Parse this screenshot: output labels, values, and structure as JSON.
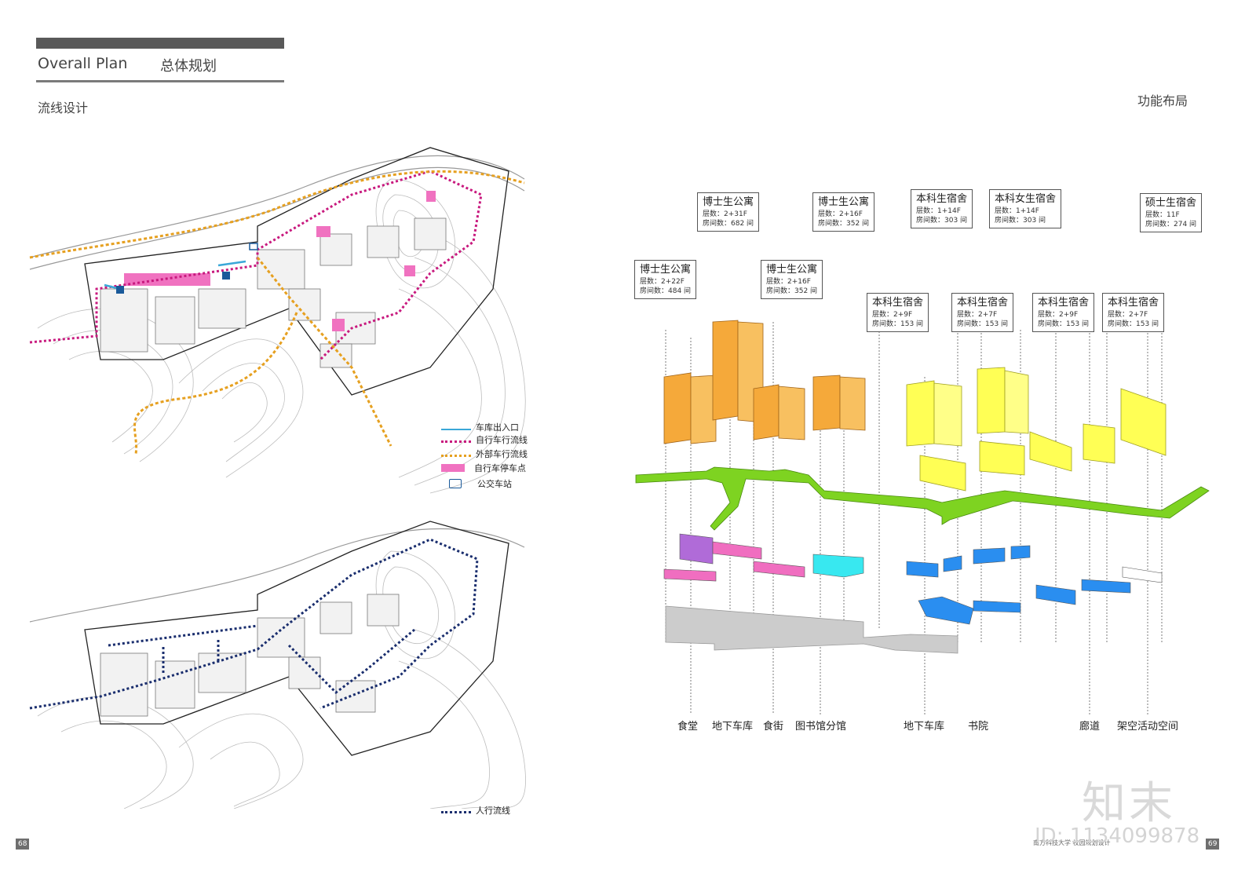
{
  "header": {
    "title_en": "Overall Plan",
    "title_cn": "总体规划",
    "subtitle": "流线设计",
    "right_title": "功能布局"
  },
  "legend_top": {
    "items": [
      {
        "label": "车库出入口",
        "color": "#3aa7d8",
        "style": "arrow"
      },
      {
        "label": "自行车行流线",
        "color": "#c8197e",
        "style": "dotted"
      },
      {
        "label": "外部车行流线",
        "color": "#e6a020",
        "style": "dotted"
      },
      {
        "label": "自行车停车点",
        "color": "#f072c0",
        "style": "solid"
      },
      {
        "label": "公交车站",
        "color": "#1a5a9a",
        "style": "icon"
      }
    ]
  },
  "legend_bottom": {
    "items": [
      {
        "label": "人行流线",
        "color": "#1a2e6e",
        "style": "dotted"
      }
    ]
  },
  "callouts": [
    {
      "title": "博士生公寓",
      "floors": "层数：2+31F",
      "rooms": "房间数：682 间"
    },
    {
      "title": "博士生公寓",
      "floors": "层数：2+16F",
      "rooms": "房间数：352 间"
    },
    {
      "title": "本科生宿舍",
      "floors": "层数：1+14F",
      "rooms": "房间数：303 间"
    },
    {
      "title": "本科女生宿舍",
      "floors": "层数：1+14F",
      "rooms": "房间数：303 间"
    },
    {
      "title": "硕士生宿舍",
      "floors": "层数：11F",
      "rooms": "房间数：274 间"
    },
    {
      "title": "博士生公寓",
      "floors": "层数：2+22F",
      "rooms": "房间数：484 间"
    },
    {
      "title": "博士生公寓",
      "floors": "层数：2+16F",
      "rooms": "房间数：352 间"
    },
    {
      "title": "本科生宿舍",
      "floors": "层数：2+9F",
      "rooms": "房间数：153 间"
    },
    {
      "title": "本科生宿舍",
      "floors": "层数：2+7F",
      "rooms": "房间数：153 间"
    },
    {
      "title": "本科生宿舍",
      "floors": "层数：2+9F",
      "rooms": "房间数：153 间"
    },
    {
      "title": "本科生宿舍",
      "floors": "层数：2+7F",
      "rooms": "房间数：153 间"
    }
  ],
  "bottom_labels": [
    "食堂",
    "地下车库",
    "食街",
    "图书馆分馆",
    "地下车库",
    "书院",
    "廊道",
    "架空活动空间"
  ],
  "colors": {
    "phd": "#f5a93a",
    "undergrad": "#ffff55",
    "corridor": "#7ed321",
    "canteen": "#b06bd8",
    "foodstreet": "#f06ec0",
    "library": "#38e8f0",
    "academy": "#2a8ef0",
    "garage": "#cccccc"
  },
  "page": {
    "left_number": "68",
    "right_number": "69",
    "footer": "南方科技大学 校园规划设计",
    "logo": "知末",
    "id_text": "ID: 1134099878"
  }
}
